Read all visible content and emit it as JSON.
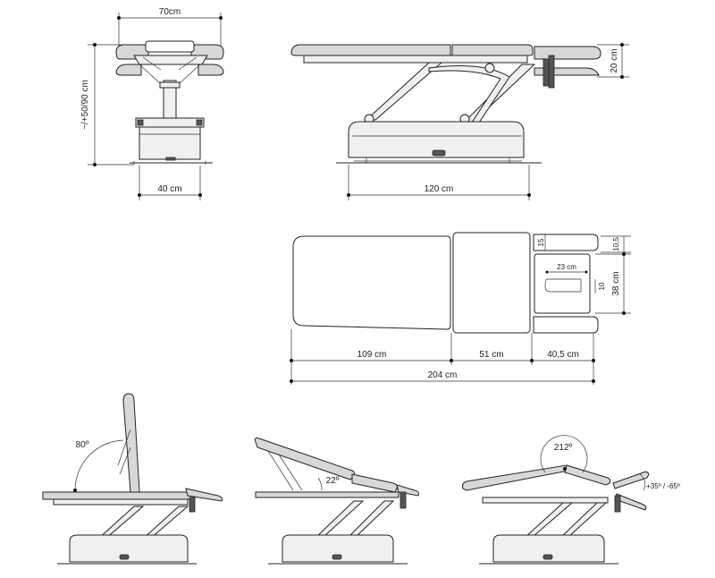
{
  "drawing": {
    "front_view": {
      "width_top": "70cm",
      "width_base": "40 cm",
      "height_range": "~/+50/90 cm"
    },
    "side_view": {
      "length_base": "120 cm",
      "head_drop": "20 cm"
    },
    "top_view": {
      "back_section": "109 cm",
      "seat_section": "51 cm",
      "head_section": "40,5 cm",
      "total_length": "204 cm",
      "face_hole_width": "23 cm",
      "face_hole_height": "10",
      "armrest_width": "15",
      "head_width": "38 cm",
      "armrest_offset": "10,5"
    },
    "positions": {
      "backrest_angle": "80º",
      "tilt_angle": "22º",
      "flex_angle": "212º",
      "head_range": "+35º / -65º"
    }
  }
}
